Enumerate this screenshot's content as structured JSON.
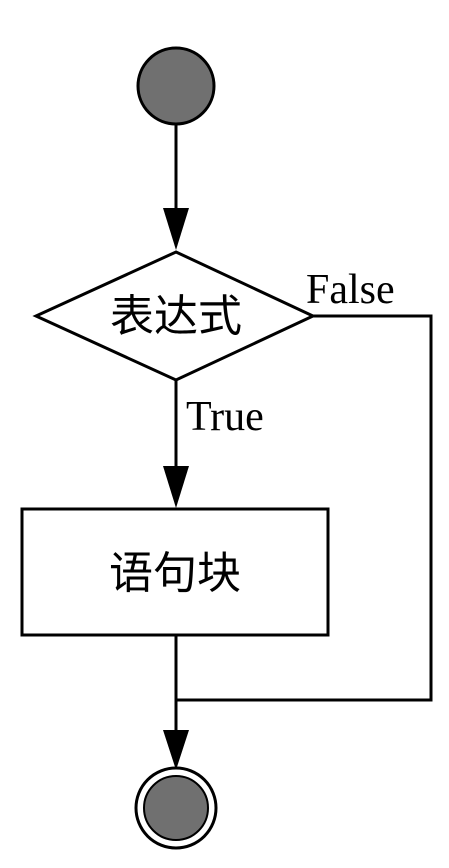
{
  "diagram": {
    "decision_text": "表达式",
    "process_text": "语句块",
    "true_label": "True",
    "false_label": "False"
  },
  "colors": {
    "node_fill": "#707070",
    "stroke": "#000000",
    "background": "#ffffff"
  }
}
